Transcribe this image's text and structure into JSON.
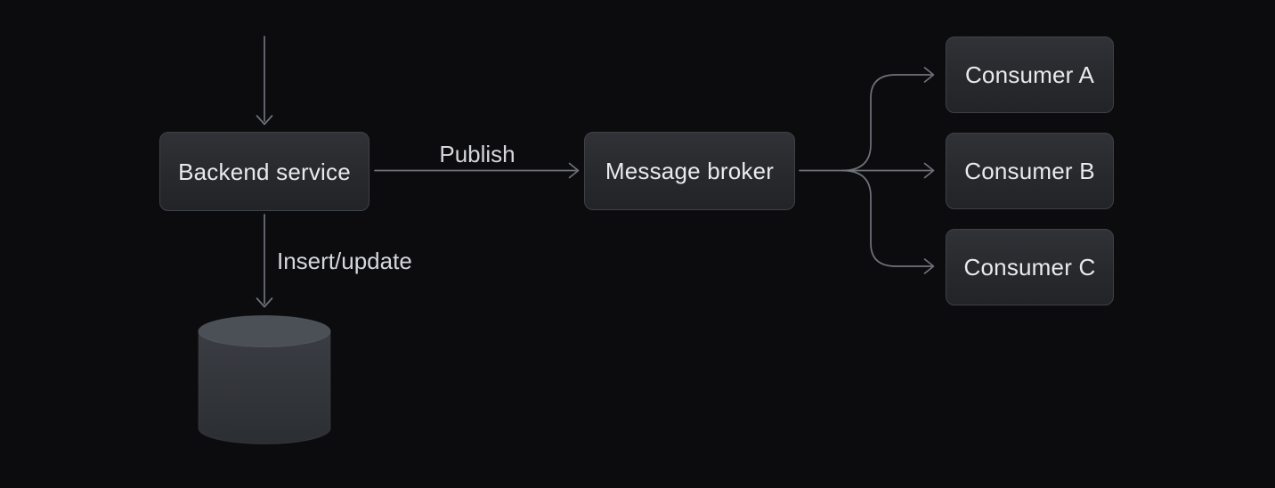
{
  "diagram": {
    "type": "architecture-flow-diagram",
    "nodes": {
      "backend": {
        "label": "Backend service",
        "shape": "rounded-rect"
      },
      "broker": {
        "label": "Message broker",
        "shape": "rounded-rect"
      },
      "consumer_a": {
        "label": "Consumer A",
        "shape": "rounded-rect"
      },
      "consumer_b": {
        "label": "Consumer B",
        "shape": "rounded-rect"
      },
      "consumer_c": {
        "label": "Consumer C",
        "shape": "rounded-rect"
      },
      "database": {
        "label": "",
        "shape": "database-cylinder-icon"
      }
    },
    "edges": {
      "incoming": {
        "to": "backend",
        "label": ""
      },
      "publish": {
        "from": "backend",
        "to": "broker",
        "label": "Publish"
      },
      "insert_update": {
        "from": "backend",
        "to": "database",
        "label": "Insert/update"
      },
      "fanout_a": {
        "from": "broker",
        "to": "consumer_a",
        "label": ""
      },
      "fanout_b": {
        "from": "broker",
        "to": "consumer_b",
        "label": ""
      },
      "fanout_c": {
        "from": "broker",
        "to": "consumer_c",
        "label": ""
      }
    },
    "colors": {
      "background": "#0c0c0e",
      "node_fill_top": "#303237",
      "node_fill_bottom": "#222428",
      "node_border": "#3e4146",
      "node_text": "#e8eaec",
      "edge_label_text": "#d5d7da",
      "connector_line": "#70737a",
      "cylinder_top": "#4b4f56",
      "cylinder_body": "#34373d"
    }
  }
}
